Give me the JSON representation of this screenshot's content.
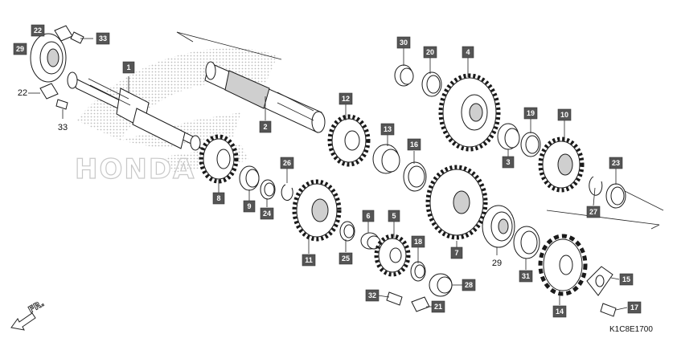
{
  "watermark": {
    "brand_text": "HONDA"
  },
  "direction_marker": {
    "label": "FR."
  },
  "diagram_code": "K1C8E1700",
  "callouts": [
    {
      "id": "c22a",
      "label": "22"
    },
    {
      "id": "c33a",
      "label": "33"
    },
    {
      "id": "c29a",
      "label": "29"
    },
    {
      "id": "c1",
      "label": "1"
    },
    {
      "id": "c2",
      "label": "2"
    },
    {
      "id": "c8",
      "label": "8"
    },
    {
      "id": "c9",
      "label": "9"
    },
    {
      "id": "c24",
      "label": "24"
    },
    {
      "id": "c26",
      "label": "26"
    },
    {
      "id": "c11",
      "label": "11"
    },
    {
      "id": "c6",
      "label": "6"
    },
    {
      "id": "c25",
      "label": "25"
    },
    {
      "id": "c12",
      "label": "12"
    },
    {
      "id": "c13",
      "label": "13"
    },
    {
      "id": "c16",
      "label": "16"
    },
    {
      "id": "c30",
      "label": "30"
    },
    {
      "id": "c20",
      "label": "20"
    },
    {
      "id": "c4",
      "label": "4"
    },
    {
      "id": "c5",
      "label": "5"
    },
    {
      "id": "c18",
      "label": "18"
    },
    {
      "id": "c28",
      "label": "28"
    },
    {
      "id": "c32",
      "label": "32"
    },
    {
      "id": "c21",
      "label": "21"
    },
    {
      "id": "c7",
      "label": "7"
    },
    {
      "id": "c3",
      "label": "3"
    },
    {
      "id": "c19",
      "label": "19"
    },
    {
      "id": "c10",
      "label": "10"
    },
    {
      "id": "c23",
      "label": "23"
    },
    {
      "id": "c27",
      "label": "27"
    },
    {
      "id": "c31",
      "label": "31"
    },
    {
      "id": "c14",
      "label": "14"
    },
    {
      "id": "c15",
      "label": "15"
    },
    {
      "id": "c17",
      "label": "17"
    }
  ],
  "plain_labels": [
    {
      "id": "p22",
      "label": "22"
    },
    {
      "id": "p33",
      "label": "33"
    },
    {
      "id": "p29",
      "label": "29"
    }
  ]
}
